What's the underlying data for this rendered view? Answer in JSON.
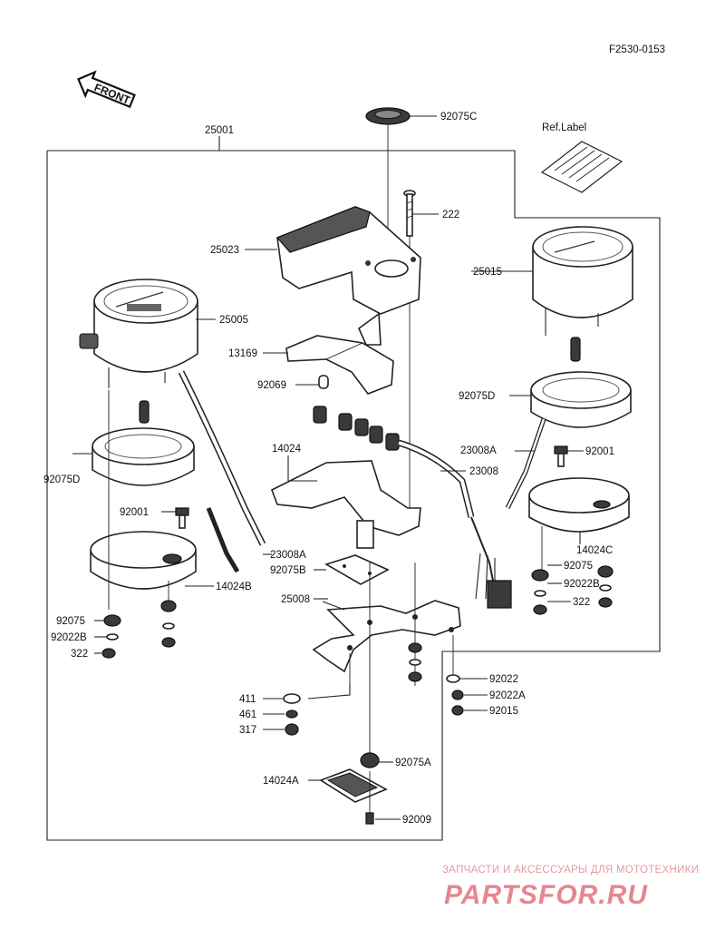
{
  "figure_code": "F2530-0153",
  "front_label": "FRONT",
  "ref_label": "Ref.Label",
  "parts": [
    "25001",
    "92075C",
    "222",
    "25023",
    "25015",
    "25005",
    "13169",
    "92069",
    "92075D",
    "14024",
    "23008A",
    "23008",
    "92001",
    "14024C",
    "92075",
    "92022B",
    "322",
    "14024B",
    "92075B",
    "25008",
    "411",
    "461",
    "317",
    "92075A",
    "14024A",
    "92009",
    "92022",
    "92022A",
    "92015"
  ],
  "watermark": {
    "line1": "ЗАПЧАСТИ И АКСЕССУАРЫ ДЛЯ МОТОТЕХНИКИ",
    "line2": "PARTSFOR.RU",
    "color": "#e5878f"
  }
}
